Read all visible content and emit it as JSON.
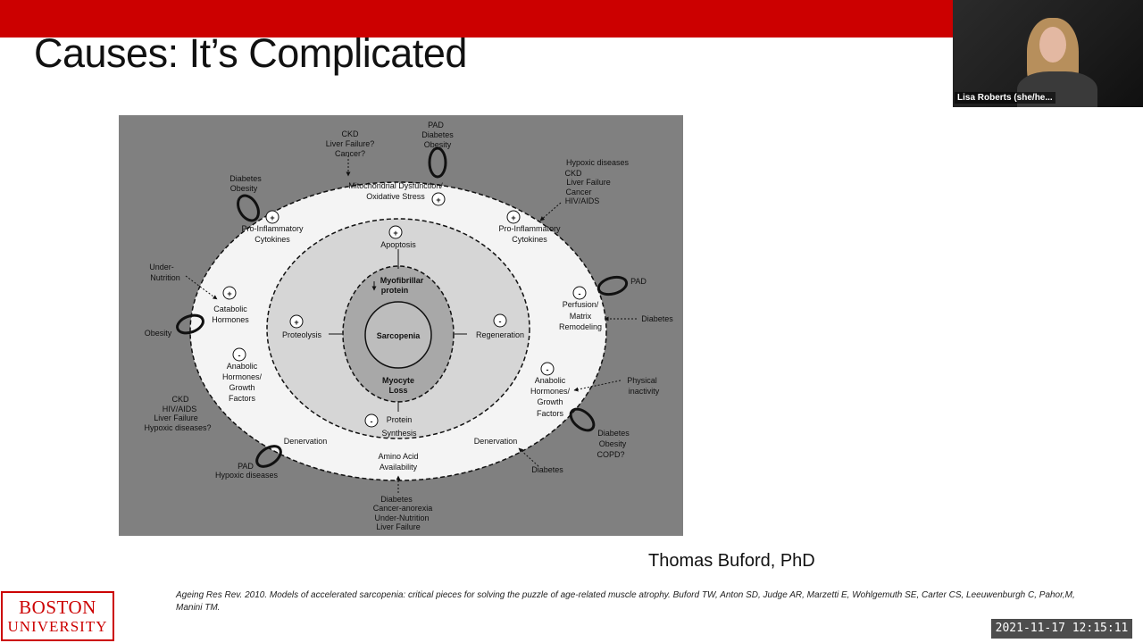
{
  "slide": {
    "title": "Causes: It’s Complicated",
    "author": "Thomas Buford, PhD",
    "citation": "Ageing Res Rev. 2010. Models of accelerated sarcopenia: critical pieces for solving the puzzle of age-related muscle atrophy. Buford TW, Anton SD, Judge AR, Marzetti E, Wohlgemuth SE, Carter CS, Leeuwenburgh C, Pahor,M, Manini TM.",
    "logo_line1": "BOSTON",
    "logo_line2": "UNIVERSITY"
  },
  "video": {
    "participant_name": "Lisa Roberts (she/he..."
  },
  "timestamp": "2021-11-17  12:15:11",
  "colors": {
    "brand_red": "#cc0000",
    "diagram_bg": "#808080"
  },
  "diagram": {
    "center": "Sarcopenia",
    "inner": {
      "top": [
        "Myofibrillar",
        "protein"
      ],
      "bottom": [
        "Myocyte",
        "Loss"
      ]
    },
    "middle": {
      "apoptosis": "Apoptosis",
      "proteolysis": "Proteolysis",
      "regeneration": "Regeneration",
      "protein_synthesis": [
        "Protein",
        "Synthesis"
      ]
    },
    "outer": {
      "mito": [
        "Mitochondrial Dysfunction/",
        "Oxidative Stress"
      ],
      "pro_inflam_left": [
        "Pro-Inflammatory",
        "Cytokines"
      ],
      "pro_inflam_right": [
        "Pro-Inflammatory",
        "Cytokines"
      ],
      "catabolic": [
        "Catabolic",
        "Hormones"
      ],
      "anabolic_left": [
        "Anabolic",
        "Hormones/",
        "Growth",
        "Factors"
      ],
      "anabolic_right": [
        "Anabolic",
        "Hormones/",
        "Growth",
        "Factors"
      ],
      "perfusion": [
        "Perfusion/",
        "Matrix",
        "Remodeling"
      ],
      "denervation_left": "Denervation",
      "denervation_right": "Denervation",
      "amino": [
        "Amino Acid",
        "Availability"
      ]
    },
    "external": {
      "top_left_ckd": [
        "CKD",
        "Liver Failure?",
        "Cancer?"
      ],
      "top_pad": [
        "PAD",
        "Diabetes",
        "Obesity"
      ],
      "top_right_hypoxic": [
        "Hypoxic diseases",
        "CKD",
        "Liver Failure",
        "Cancer",
        "HIV/AIDS"
      ],
      "left_diabetes": [
        "Diabetes",
        "Obesity"
      ],
      "under_nutrition": [
        "Under-",
        "Nutrition"
      ],
      "obesity": "Obesity",
      "left_ckd": [
        "CKD",
        "HIV/AIDS",
        "Liver Failure",
        "Hypoxic diseases?"
      ],
      "bottom_left_pad": [
        "PAD",
        "Hypoxic diseases"
      ],
      "bottom": [
        "Diabetes",
        "Cancer-anorexia",
        "Under-Nutrition",
        "Liver Failure"
      ],
      "right_pad": "PAD",
      "right_diabetes": "Diabetes",
      "physical": [
        "Physical",
        "inactivity"
      ],
      "right_diabetes2": [
        "Diabetes",
        "Obesity",
        "COPD?"
      ],
      "bottom_right_diabetes": "Diabetes"
    },
    "signs": {
      "plus": "+",
      "minus": "-"
    }
  }
}
